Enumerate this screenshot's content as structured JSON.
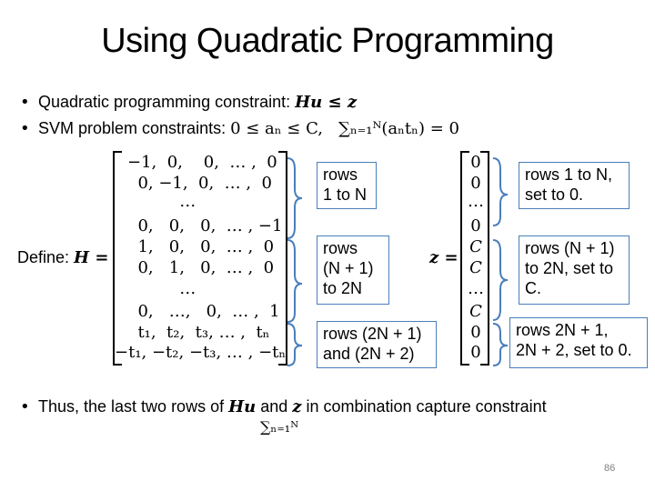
{
  "slide": {
    "title": "Using Quadratic Programming",
    "page_number": "86"
  },
  "bullets": {
    "b1_text": "Quadratic programming constraint: ",
    "b1_math": "Hu ≤ z",
    "b2_text": "SVM problem constraints: ",
    "b2_math": "0 ≤ aₙ ≤ C,",
    "b2_sum": "∑ₙ₌₁ᴺ(aₙtₙ) = 0",
    "b3_text": "Thus, the last two rows of ",
    "b3_m1": "Hu",
    "b3_mid": " and ",
    "b3_m2": "z",
    "b3_end": " in combination capture constraint",
    "b3_sum": "∑ₙ₌₁ᴺ"
  },
  "define": {
    "label": "Define: ",
    "H": "H =",
    "z": "z ="
  },
  "matrix_H": [
    "−1,  0,    0,  … ,  0",
    "  0, −1,  0,  … ,  0",
    "          …",
    "  0,   0,   0,  … , −1",
    "  1,   0,   0,  … ,  0",
    "  0,   1,   0,  … ,  0",
    "          …",
    "  0,   …,   0,  … ,  1",
    "  t₁,  t₂,  t₃, … ,  tₙ",
    "−t₁, −t₂, −t₃, … , −tₙ"
  ],
  "vector_z": [
    "0",
    "0",
    "…",
    "0",
    "C",
    "C",
    "…",
    "C",
    "0",
    "0"
  ],
  "boxes_left": [
    [
      "rows",
      "1 to N"
    ],
    [
      "rows",
      "(N + 1)",
      "to 2N"
    ],
    [
      "rows (2N + 1)",
      "and (2N + 2)"
    ]
  ],
  "boxes_right": [
    [
      "rows 1 to N,",
      "set to 0."
    ],
    [
      "rows (N + 1)",
      "to 2N, set to",
      "C."
    ],
    [
      "rows 2N + 1,",
      "2N + 2, set to 0."
    ]
  ],
  "colors": {
    "box_border": "#4a7ebb",
    "brace": "#4a7ebb"
  }
}
